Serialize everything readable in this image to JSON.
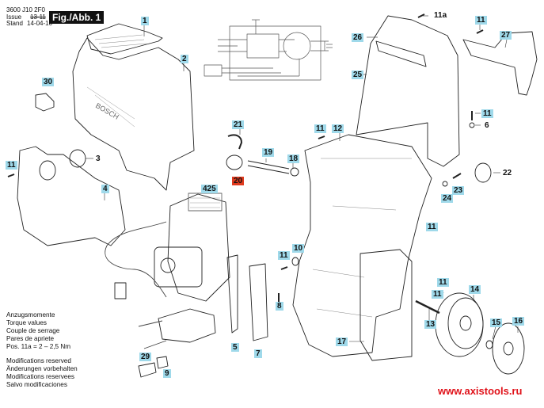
{
  "header": {
    "part_number": "3600 J10 2F0",
    "issue_label": "Issue",
    "issue_value": "13-11",
    "stand_label": "Stand",
    "stand_value": "14-04-10",
    "figure_title": "Fig./Abb. 1"
  },
  "labels": [
    {
      "id": "1",
      "text": "1",
      "style": "hl"
    },
    {
      "id": "2",
      "text": "2",
      "style": "hl"
    },
    {
      "id": "3",
      "text": "3",
      "style": "plain"
    },
    {
      "id": "4",
      "text": "4",
      "style": "hl"
    },
    {
      "id": "5",
      "text": "5",
      "style": "hl"
    },
    {
      "id": "6",
      "text": "6",
      "style": "plain"
    },
    {
      "id": "7",
      "text": "7",
      "style": "hl"
    },
    {
      "id": "8",
      "text": "8",
      "style": "hl"
    },
    {
      "id": "9",
      "text": "9",
      "style": "hl"
    },
    {
      "id": "10",
      "text": "10",
      "style": "hl"
    },
    {
      "id": "11a",
      "text": "11a",
      "style": "plain"
    },
    {
      "id": "11-top",
      "text": "11",
      "style": "hl"
    },
    {
      "id": "11-right",
      "text": "11",
      "style": "hl"
    },
    {
      "id": "11-left",
      "text": "11",
      "style": "hl"
    },
    {
      "id": "11-frame",
      "text": "11",
      "style": "hl"
    },
    {
      "id": "11-mid",
      "text": "11",
      "style": "hl"
    },
    {
      "id": "11-body",
      "text": "11",
      "style": "hl"
    },
    {
      "id": "11-low",
      "text": "11",
      "style": "hl"
    },
    {
      "id": "11-axle",
      "text": "11",
      "style": "hl"
    },
    {
      "id": "12",
      "text": "12",
      "style": "hl"
    },
    {
      "id": "13",
      "text": "13",
      "style": "hl"
    },
    {
      "id": "14",
      "text": "14",
      "style": "hl"
    },
    {
      "id": "15",
      "text": "15",
      "style": "hl"
    },
    {
      "id": "16",
      "text": "16",
      "style": "hl"
    },
    {
      "id": "17",
      "text": "17",
      "style": "hl"
    },
    {
      "id": "18",
      "text": "18",
      "style": "hl"
    },
    {
      "id": "19",
      "text": "19",
      "style": "hl"
    },
    {
      "id": "20",
      "text": "20",
      "style": "red"
    },
    {
      "id": "21",
      "text": "21",
      "style": "hl"
    },
    {
      "id": "22",
      "text": "22",
      "style": "plain"
    },
    {
      "id": "23",
      "text": "23",
      "style": "hl"
    },
    {
      "id": "24",
      "text": "24",
      "style": "hl"
    },
    {
      "id": "25",
      "text": "25",
      "style": "hl"
    },
    {
      "id": "26",
      "text": "26",
      "style": "hl"
    },
    {
      "id": "27",
      "text": "27",
      "style": "hl"
    },
    {
      "id": "29",
      "text": "29",
      "style": "hl"
    },
    {
      "id": "30",
      "text": "30",
      "style": "hl"
    },
    {
      "id": "425",
      "text": "425",
      "style": "hl"
    }
  ],
  "notes": {
    "torque": [
      "Anzugsmomente",
      "Torque values",
      "Couple de serrage",
      "Pares de apriete",
      "Pos. 11a = 2 – 2,5 Nm"
    ],
    "modifications": [
      "Modifications reserved",
      "Änderungen vorbehalten",
      "Modifications reservees",
      "Salvo modificaciones"
    ]
  },
  "watermark": "www.axistools.ru",
  "colors": {
    "label_highlight": "#9fd9ea",
    "label_selected": "#e03a1e",
    "watermark": "#e0121a"
  }
}
